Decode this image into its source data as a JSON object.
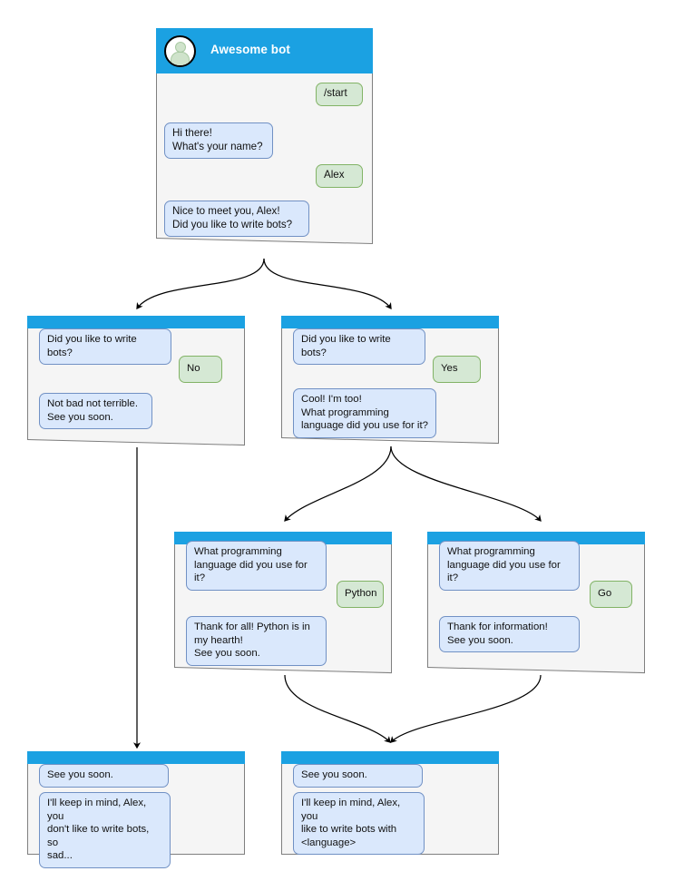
{
  "diagram": {
    "title": "Awesome bot conversation flow",
    "colors": {
      "header_blue": "#1ba1e2",
      "node_background": "#f5f5f5",
      "node_border": "#7f7f7f",
      "bot_bubble_fill": "#dae8fc",
      "bot_bubble_border": "#6c8ebf",
      "user_bubble_fill": "#d5e8d4",
      "user_bubble_border": "#82b366",
      "edge_color": "#000000",
      "avatar_glyph": "#cfe3cb"
    }
  },
  "root": {
    "header": {
      "bot_name": "Awesome bot",
      "avatar_icon": "user-avatar-icon"
    },
    "messages": [
      {
        "from": "user",
        "text": "/start"
      },
      {
        "from": "bot",
        "text": "Hi there!\nWhat's your name?"
      },
      {
        "from": "user",
        "text": "Alex"
      },
      {
        "from": "bot",
        "text": "Nice to meet you, Alex!\nDid you like to write bots?"
      }
    ]
  },
  "nodes": [
    {
      "id": "no-branch",
      "messages": [
        {
          "from": "bot",
          "text": "Did you like to write bots?"
        },
        {
          "from": "user",
          "text": "No"
        },
        {
          "from": "bot",
          "text": "Not bad not terrible.\nSee you soon."
        }
      ]
    },
    {
      "id": "yes-branch",
      "messages": [
        {
          "from": "bot",
          "text": "Did you like to write bots?"
        },
        {
          "from": "user",
          "text": "Yes"
        },
        {
          "from": "bot",
          "text": "Cool! I'm too!\nWhat programming\nlanguage did you use for it?"
        }
      ]
    },
    {
      "id": "python-branch",
      "messages": [
        {
          "from": "bot",
          "text": "What programming\nlanguage did you use for it?"
        },
        {
          "from": "user",
          "text": "Python"
        },
        {
          "from": "bot",
          "text": "Thank for all! Python is in\nmy hearth!\nSee you soon."
        }
      ]
    },
    {
      "id": "go-branch",
      "messages": [
        {
          "from": "bot",
          "text": "What programming\nlanguage did you use for it?"
        },
        {
          "from": "user",
          "text": "Go"
        },
        {
          "from": "bot",
          "text": "Thank for information!\nSee you soon."
        }
      ]
    },
    {
      "id": "end-no",
      "messages": [
        {
          "from": "bot",
          "text": "See you soon."
        },
        {
          "from": "bot",
          "text": "I'll keep in mind, Alex, you\ndon't like to write bots, so\nsad..."
        }
      ]
    },
    {
      "id": "end-yes",
      "messages": [
        {
          "from": "bot",
          "text": "See you soon."
        },
        {
          "from": "bot",
          "text": "I'll keep in mind, Alex, you\nlike to write bots with\n<language>"
        }
      ]
    }
  ]
}
